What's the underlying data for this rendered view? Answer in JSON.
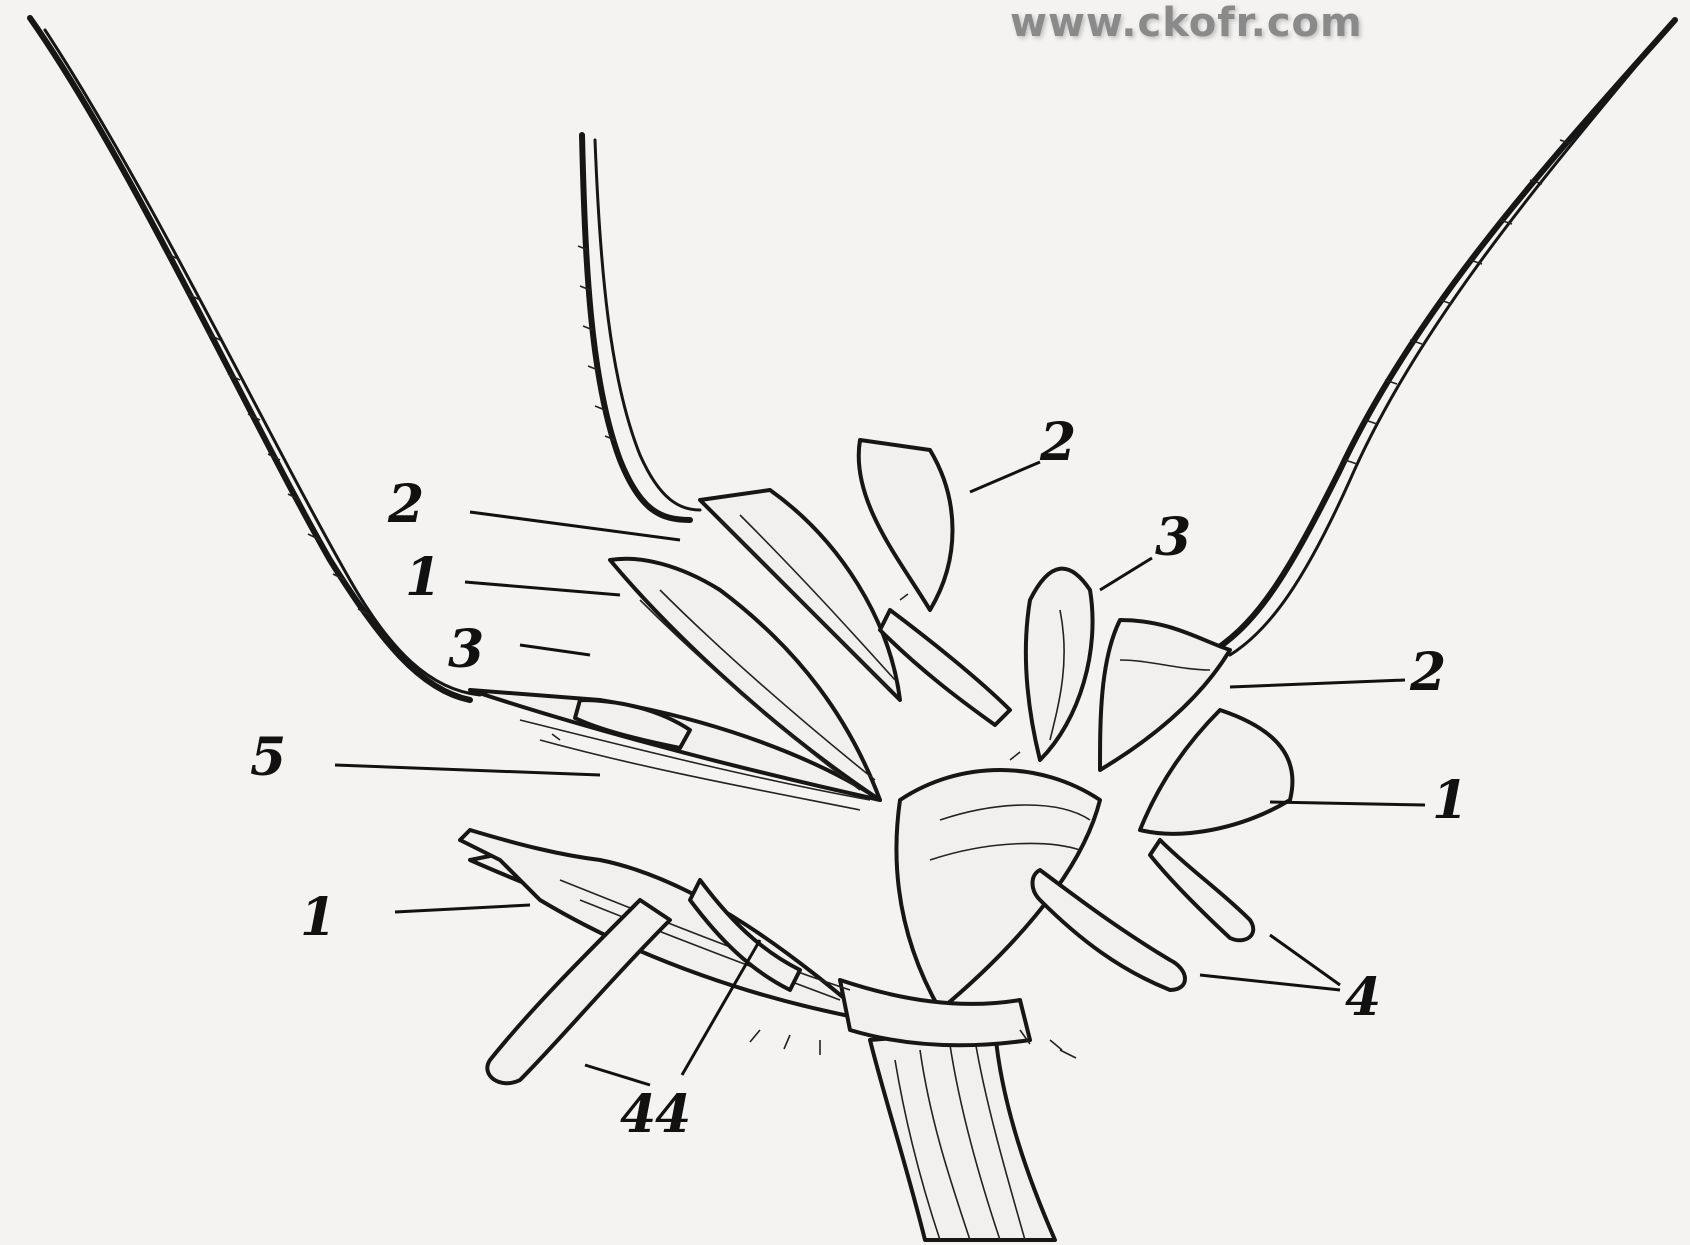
{
  "watermark": "www.ckofr.com",
  "labels": [
    "2",
    "1",
    "3",
    "5",
    "1",
    "2",
    "3",
    "2",
    "1",
    "4",
    "4",
    "4"
  ]
}
